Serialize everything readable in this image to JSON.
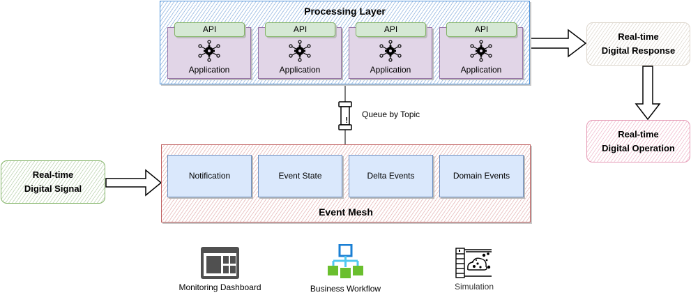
{
  "processing_layer": {
    "title": "Processing Layer",
    "applications": [
      {
        "api_label": "API",
        "app_label": "Application",
        "icon": "gear-network-icon"
      },
      {
        "api_label": "API",
        "app_label": "Application",
        "icon": "gear-network-icon"
      },
      {
        "api_label": "API",
        "app_label": "Application",
        "icon": "gear-network-icon"
      },
      {
        "api_label": "API",
        "app_label": "Application",
        "icon": "gear-network-icon"
      }
    ],
    "border_color": "#4a90d9"
  },
  "queue": {
    "label": "Queue by Topic",
    "icon": "queue-icon"
  },
  "event_mesh": {
    "title": "Event Mesh",
    "events": [
      "Notification",
      "Event State",
      "Delta Events",
      "Domain Events"
    ],
    "border_color": "#c06060"
  },
  "nodes": {
    "signal": {
      "line1": "Real-time",
      "line2": "Digital Signal",
      "color": "#82b366"
    },
    "response": {
      "line1": "Real-time",
      "line2": "Digital Response",
      "color": "#ddd6cc"
    },
    "operation": {
      "line1": "Real-time",
      "line2": "Digital Operation",
      "color": "#e59ab5"
    }
  },
  "tools": [
    {
      "label": "Monitoring Dashboard",
      "icon": "dashboard-icon"
    },
    {
      "label": "Business Workflow",
      "icon": "workflow-icon"
    },
    {
      "label": "Simulation",
      "icon": "simulation-icon"
    }
  ]
}
